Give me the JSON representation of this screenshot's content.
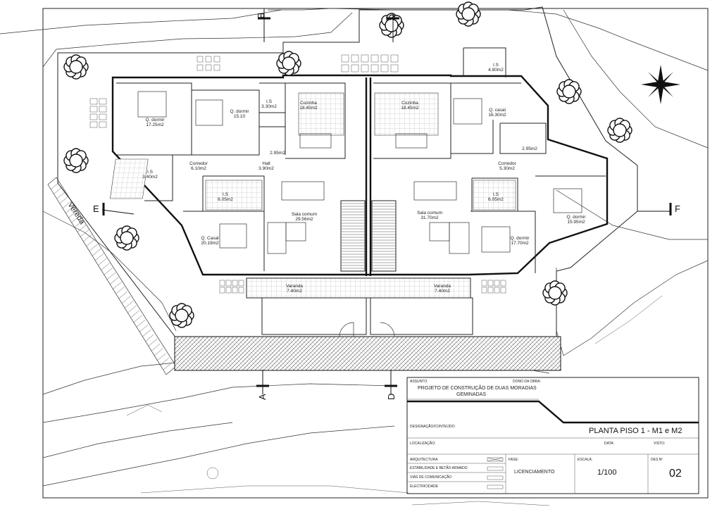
{
  "rooms": [
    {
      "id": "q-dormir-1",
      "name": "Q. dormir",
      "area": "17.25m2"
    },
    {
      "id": "q-dormir-2",
      "name": "Q. dormir",
      "area": "15.10"
    },
    {
      "id": "is-1",
      "name": "I.S",
      "area": "3.30m2"
    },
    {
      "id": "is-2",
      "name": "",
      "area": "2.95m2"
    },
    {
      "id": "cozinha-1",
      "name": "Cozinha",
      "area": "18.45m2"
    },
    {
      "id": "cozinha-2",
      "name": "Cozinha",
      "area": "18.45m2"
    },
    {
      "id": "q-casal-1",
      "name": "Q. casal",
      "area": "16.30m2"
    },
    {
      "id": "is-3",
      "name": "I.S",
      "area": "4.80m2"
    },
    {
      "id": "is-4",
      "name": "",
      "area": "2.95m2"
    },
    {
      "id": "corredor-1",
      "name": "Corredor",
      "area": "6.10m2"
    },
    {
      "id": "hall",
      "name": "Hall",
      "area": "3.90m2"
    },
    {
      "id": "corredor-2",
      "name": "Corredor",
      "area": "5.30m2"
    },
    {
      "id": "is-5",
      "name": "I.S",
      "area": "3.40m2"
    },
    {
      "id": "is-6",
      "name": "I.S",
      "area": "6.05m2"
    },
    {
      "id": "is-7",
      "name": "I.S",
      "area": "6.05m2"
    },
    {
      "id": "sala-1",
      "name": "Sala comum",
      "area": "29.56m2"
    },
    {
      "id": "sala-2",
      "name": "Sala comum",
      "area": "31.70m2"
    },
    {
      "id": "q-casal-2",
      "name": "Q. Casal",
      "area": "20.19m2"
    },
    {
      "id": "q-dormir-3",
      "name": "Q. dormir",
      "area": "17.70m2"
    },
    {
      "id": "q-dormir-4",
      "name": "Q. dormir",
      "area": "15.95m2"
    },
    {
      "id": "varanda-1",
      "name": "Varanda",
      "area": "7.40m2"
    },
    {
      "id": "varanda-2",
      "name": "Varanda",
      "area": "7.40m2"
    }
  ],
  "labels": {
    "vereda": "Vereda",
    "section_a": "A",
    "section_b": "B",
    "section_c": "C",
    "section_d": "D",
    "section_e": "E",
    "section_f": "F"
  },
  "title_block": {
    "assunto_label": "ASSUNTO:",
    "dono_label": "DONO DA OBRA:",
    "project_line1": "PROJETO DE CONSTRUÇÃO DE DUAS MORADIAS",
    "project_line2": "GEMINADAS",
    "designacao_label": "DESIGNAÇÃO/CONTEÚDO:",
    "drawing_title": "PLANTA PISO 1 - M1 e M2",
    "localizacao_label": "LOCALIZAÇÃO:",
    "data_label": "DATA:",
    "visto_label": "VISTO:",
    "disciplines": [
      "ARQUITECTURA",
      "ESTABILIDADE E BETÃO ARMADO",
      "VIAS DE COMUNICAÇÃO",
      "ELECTRICIDADE"
    ],
    "fase_label": "FASE:",
    "fase_value": "LICENCIAMENTO",
    "escala_label": "ESCALA:",
    "escala_value": "1/100",
    "des_label": "DES.Nº",
    "des_value": "02"
  }
}
